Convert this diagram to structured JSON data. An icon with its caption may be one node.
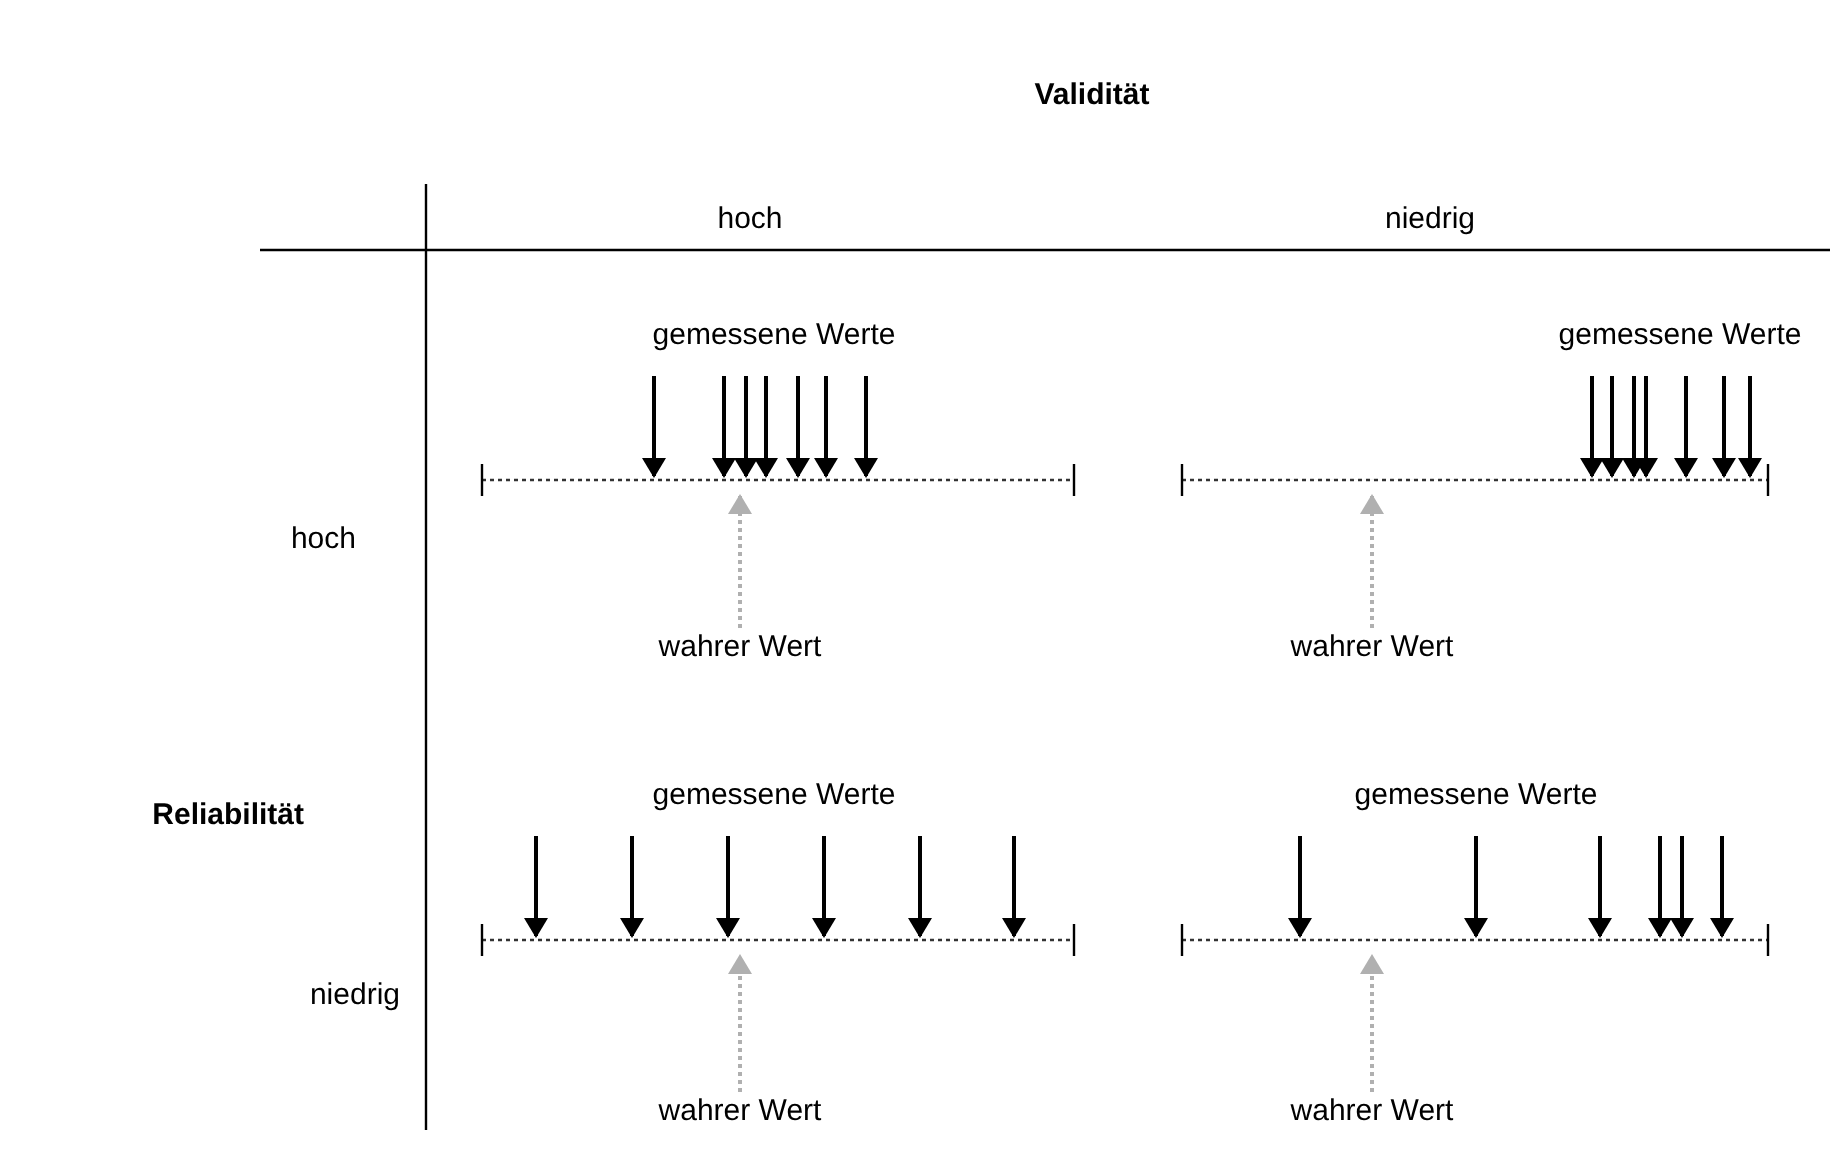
{
  "diagram": {
    "nodes": [
      {
        "text": [],
        "shape": "bar"
      },
      {
        "text": [
          "wahrer Wert"
        ]
      },
      {
        "text": [],
        "shape": "bar"
      },
      {
        "text": [
          "wahrer Wert"
        ]
      },
      {
        "text": [],
        "shape": "bar"
      },
      {
        "text": [
          "wahrer Wert"
        ]
      },
      {
        "text": [],
        "shape": "bar"
      },
      {
        "text": [
          "wahrer Wert"
        ]
      }
    ],
    "edges": [
      {
        "from": null,
        "to": 0,
        "arrow": "to"
      },
      {
        "from": null,
        "to": 0,
        "arrow": "to"
      },
      {
        "from": null,
        "to": 0,
        "arrow": "to"
      },
      {
        "from": null,
        "to": 0,
        "arrow": "to"
      },
      {
        "from": null,
        "to": 0,
        "arrow": "to"
      },
      {
        "from": null,
        "to": 0,
        "arrow": "to"
      },
      {
        "from": null,
        "to": 0,
        "arrow": "to"
      },
      {
        "from": 1,
        "to": 0,
        "arrow": "to",
        "style": "dashed",
        "color": "#b0b0b0"
      },
      {
        "from": null,
        "to": 2,
        "arrow": "to"
      },
      {
        "from": null,
        "to": 2,
        "arrow": "to"
      },
      {
        "from": null,
        "to": 2,
        "arrow": "to"
      },
      {
        "from": null,
        "to": 2,
        "arrow": "to"
      },
      {
        "from": null,
        "to": 2,
        "arrow": "to"
      },
      {
        "from": null,
        "to": 2,
        "arrow": "to"
      },
      {
        "from": null,
        "to": 2,
        "arrow": "to"
      },
      {
        "from": 3,
        "to": 2,
        "arrow": "to",
        "style": "dashed",
        "color": "#b0b0b0"
      },
      {
        "from": null,
        "to": 4,
        "arrow": "to"
      },
      {
        "from": null,
        "to": 4,
        "arrow": "to"
      },
      {
        "from": null,
        "to": 4,
        "arrow": "to"
      },
      {
        "from": null,
        "to": 4,
        "arrow": "to"
      },
      {
        "from": null,
        "to": 4,
        "arrow": "to"
      },
      {
        "from": null,
        "to": 4,
        "arrow": "to"
      },
      {
        "from": 5,
        "to": 4,
        "arrow": "to",
        "style": "dashed",
        "color": "#b0b0b0"
      },
      {
        "from": null,
        "to": 6,
        "arrow": "to"
      },
      {
        "from": null,
        "to": 6,
        "arrow": "to"
      },
      {
        "from": null,
        "to": 6,
        "arrow": "to"
      },
      {
        "from": null,
        "to": 6,
        "arrow": "to"
      },
      {
        "from": null,
        "to": 6,
        "arrow": "to"
      },
      {
        "from": null,
        "to": 6,
        "arrow": "to"
      },
      {
        "from": 7,
        "to": 6,
        "arrow": "to",
        "style": "dashed",
        "color": "#b0b0b0"
      }
    ],
    "labels": [
      "Validität",
      "hoch",
      "niedrig",
      "Reliabilität",
      "hoch",
      "niedrig",
      "gemessene Werte",
      "gemessene Werte",
      "gemessene Werte",
      "gemessene Werte"
    ]
  }
}
